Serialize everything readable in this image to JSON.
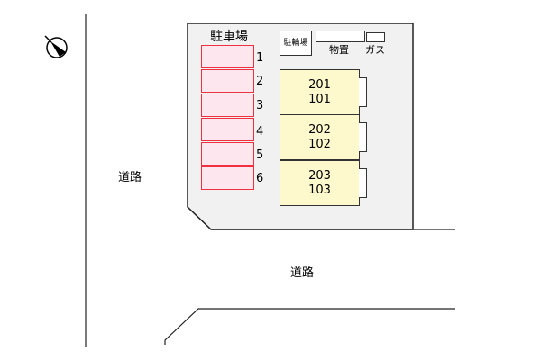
{
  "compass": {
    "icon": "north-arrow-icon"
  },
  "roads": {
    "left": "道路",
    "bottom": "道路"
  },
  "parking": {
    "title": "駐車場",
    "spaces": [
      "1",
      "2",
      "3",
      "4",
      "5",
      "6"
    ]
  },
  "facilities": {
    "bicycle": "駐輪場",
    "storage": "物置",
    "gas": "ガス"
  },
  "building": {
    "units": [
      {
        "upper": "201",
        "lower": "101"
      },
      {
        "upper": "202",
        "lower": "102"
      },
      {
        "upper": "203",
        "lower": "103"
      }
    ]
  },
  "colors": {
    "lot": "#f1f1f1",
    "parking": "#fde6ee",
    "parking_border": "#f03040",
    "building": "#fef9cc"
  }
}
